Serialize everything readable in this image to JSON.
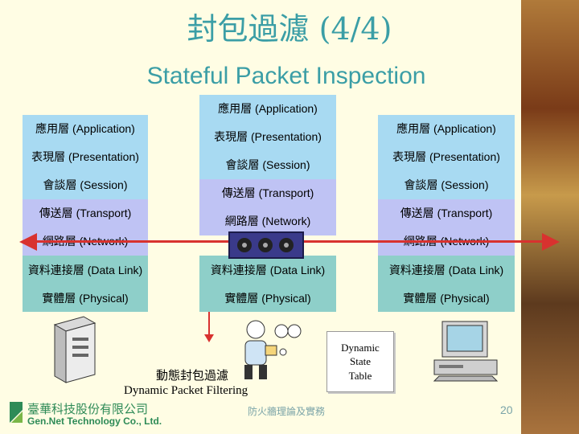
{
  "title": {
    "zh": "封包過濾 (4/4)",
    "en": "Stateful Packet Inspection"
  },
  "left_stack": [
    "應用層 (Application)",
    "表現層 (Presentation)",
    "會談層 (Session)",
    "傳送層 (Transport)",
    "網路層 (Network)",
    "資料連接層 (Data Link)",
    "實體層 (Physical)"
  ],
  "middle_stack": [
    "應用層 (Application)",
    "表現層 (Presentation)",
    "會談層 (Session)",
    "傳送層 (Transport)",
    "網路層 (Network)",
    "資料連接層 (Data Link)",
    "實體層 (Physical)"
  ],
  "right_stack": [
    "應用層 (Application)",
    "表現層 (Presentation)",
    "會談層 (Session)",
    "傳送層 (Transport)",
    "網路層 (Network)",
    "資料連接層 (Data Link)",
    "實體層 (Physical)"
  ],
  "filter_label": {
    "zh": "動態封包過濾",
    "en": "Dynamic Packet Filtering"
  },
  "state_table": [
    "Dynamic",
    "State",
    "Table"
  ],
  "company": {
    "zh": "臺華科技股份有限公司",
    "en": "Gen.Net Technology Co., Ltd."
  },
  "footer": "防火牆理論及實務",
  "page_number": "20",
  "colors": {
    "title": "#3b9ea6",
    "upper_layers": "#a8daf2",
    "transport_network": "#bfc3f4",
    "lower_layers": "#8ecfc9",
    "arrow": "#d8322f"
  }
}
